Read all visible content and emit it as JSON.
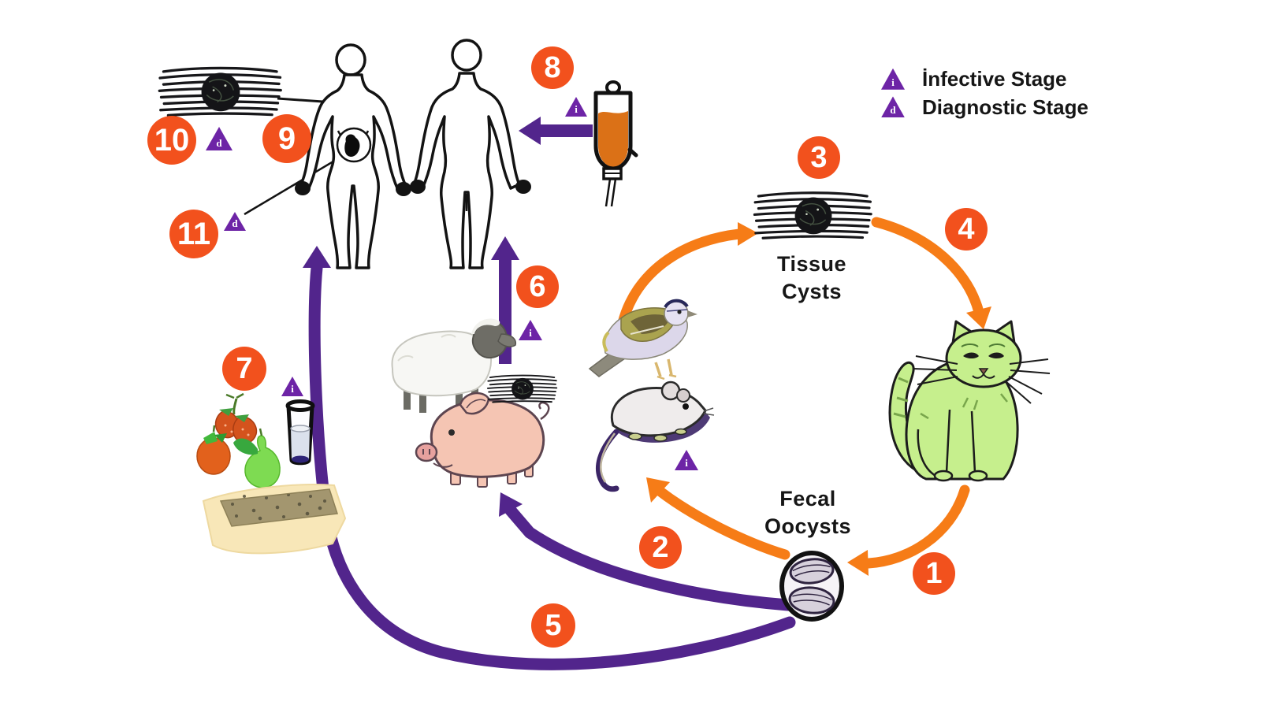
{
  "legend": {
    "items": [
      {
        "symbol": "i",
        "label": "İnfective Stage"
      },
      {
        "symbol": "d",
        "label": "Diagnostic Stage"
      }
    ]
  },
  "labels": {
    "tissue_cysts": "Tissue\nCysts",
    "fecal_oocysts": "Fecal\nOocysts"
  },
  "badges": {
    "b1": "1",
    "b2": "2",
    "b3": "3",
    "b4": "4",
    "b5": "5",
    "b6": "6",
    "b7": "7",
    "b8": "8",
    "b9": "9",
    "b10": "10",
    "b11": "11"
  },
  "markers": {
    "infective": "i",
    "diagnostic": "d"
  },
  "colors": {
    "badge_orange": "#f2511d",
    "arrow_orange": "#f67c17",
    "arrow_purple": "#52258c",
    "triangle_purple": "#6d24a6",
    "text_dark": "#161616",
    "cat_green": "#c6ef8d",
    "blood_orange": "#db7117"
  },
  "icons": {
    "tissue_cyst": "tissue-cyst-icon",
    "fecal_oocyst": "oocyst-icon",
    "cat": "cat-figure",
    "bird": "bird-figure",
    "mouse": "mouse-figure",
    "sheep": "sheep-figure",
    "pig": "pig-figure",
    "human_front": "human-female-figure",
    "human_back": "human-male-figure",
    "blood_bag": "blood-bag-icon",
    "fruits": "fruit-icons",
    "water_glass": "water-glass-icon",
    "litter_box": "litter-box-icon"
  }
}
